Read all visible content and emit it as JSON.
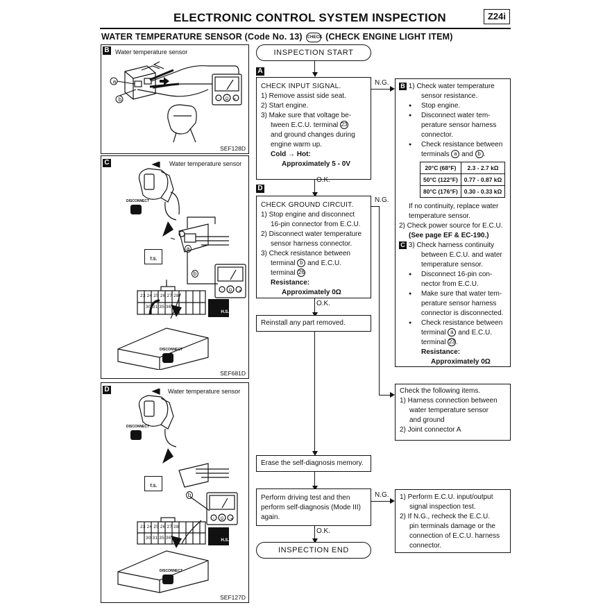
{
  "header": {
    "title": "ELECTRONIC CONTROL SYSTEM INSPECTION",
    "badge": "Z24i",
    "subtitle_pre": "WATER TEMPERATURE SENSOR (Code No. 13)",
    "check_icon": "CHECK",
    "subtitle_post": "(CHECK ENGINE LIGHT ITEM)"
  },
  "panels": {
    "b": {
      "label": "B",
      "caption": "Water temperature sensor",
      "a": "a",
      "b": "b",
      "code": "SEF128D"
    },
    "c": {
      "label": "C",
      "caption": "Water temperature sensor",
      "disconnect": "DISCONNECT",
      "disconnect2": "DISCONNECT",
      "ts": "T.S.",
      "hs": "H.S.",
      "a": "a",
      "b": "b",
      "row1": "23 24 25 26 27 28",
      "row2": "30 31 35 36",
      "code": "SEF681D"
    },
    "d": {
      "label": "D",
      "caption": "Water temperature sensor",
      "disconnect": "DISCONNECT",
      "disconnect2": "DISCONNECT",
      "ts": "T.S.",
      "hs": "H.S.",
      "b": "b",
      "row1": "23 24 25 26 27 28",
      "row2": "30 31 35 36",
      "code": "SEF127D"
    }
  },
  "flow": {
    "start": "INSPECTION START",
    "label_a": "A",
    "label_d": "D",
    "ng": "N.G.",
    "ok": "O.K.",
    "box1": {
      "title": "CHECK INPUT SIGNAL.",
      "l1": "1) Remove assist side seat.",
      "l2": "2) Start engine.",
      "l3a": "3) Make sure that voltage be-",
      "l3b": "tween E.C.U. terminal",
      "t23": "23",
      "l3c": "and ground changes during",
      "l3d": "engine warm up.",
      "cold": "Cold → Hot:",
      "val": "Approximately 5 - 0V"
    },
    "box2": {
      "title": "CHECK GROUND CIRCUIT.",
      "l1a": "1) Stop engine and disconnect",
      "l1b": "16-pin connector from E.C.U.",
      "l2a": "2) Disconnect water temperature",
      "l2b": "sensor harness connector.",
      "l3a": "3) Check resistance between",
      "l3b": "terminal",
      "tb": "b",
      "l3c": "and E.C.U.",
      "l3d": "terminal",
      "t26": "26",
      "res": "Resistance:",
      "val": "Approximately 0Ω"
    },
    "reinstall": "Reinstall any part removed.",
    "erase": "Erase the self-diagnosis memory.",
    "drive": {
      "l1": "Perform driving test and then",
      "l2": "perform self-diagnosis (Mode III)",
      "l3": "again."
    },
    "end": "INSPECTION END"
  },
  "right": {
    "main": {
      "b_label": "B",
      "i1a": "1) Check water temperature",
      "i1b": "sensor resistance.",
      "s1": "Stop engine.",
      "s2a": "Disconnect water tem-",
      "s2b": "perature sensor harness",
      "s2c": "connector.",
      "s3a": "Check resistance between",
      "s3b": "terminals",
      "ta": "a",
      "and": "and",
      "tb": "b",
      "table": [
        [
          "20°C (68°F)",
          "2.3 - 2.7 kΩ"
        ],
        [
          "50°C (122°F)",
          "0.77 - 0.87 kΩ"
        ],
        [
          "80°C (176°F)",
          "0.30 - 0.33 kΩ"
        ]
      ],
      "nc1": "If no continuity, replace water",
      "nc2": "temperature sensor.",
      "i2a": "2) Check power source for E.C.U.",
      "i2b": "(See page EF & EC-190.)",
      "c_label": "C",
      "i3a": "3) Check harness continuity",
      "i3b": "between E.C.U. and water",
      "i3c": "temperature sensor.",
      "d1a": "Disconnect 16-pin con-",
      "d1b": "nector from E.C.U.",
      "d2a": "Make sure that water tem-",
      "d2b": "perature sensor harness",
      "d2c": "connector is disconnected.",
      "d3a": "Check resistance between",
      "d3b": "terminal",
      "and2": "and E.C.U.",
      "d3c": "terminal",
      "t23": "23",
      "res": "Resistance:",
      "val": "Approximately 0Ω"
    },
    "follow": {
      "t": "Check the following items.",
      "l1a": "1) Harness connection between",
      "l1b": "water temperature sensor",
      "l1c": "and ground",
      "l2": "2) Joint connector A"
    },
    "ecu": {
      "l1a": "1) Perform E.C.U. input/output",
      "l1b": "signal inspection test.",
      "l2a": "2) If N.G., recheck the E.C.U.",
      "l2b": "pin terminals damage or the",
      "l2c": "connection of E.C.U. harness",
      "l2d": "connector."
    }
  }
}
